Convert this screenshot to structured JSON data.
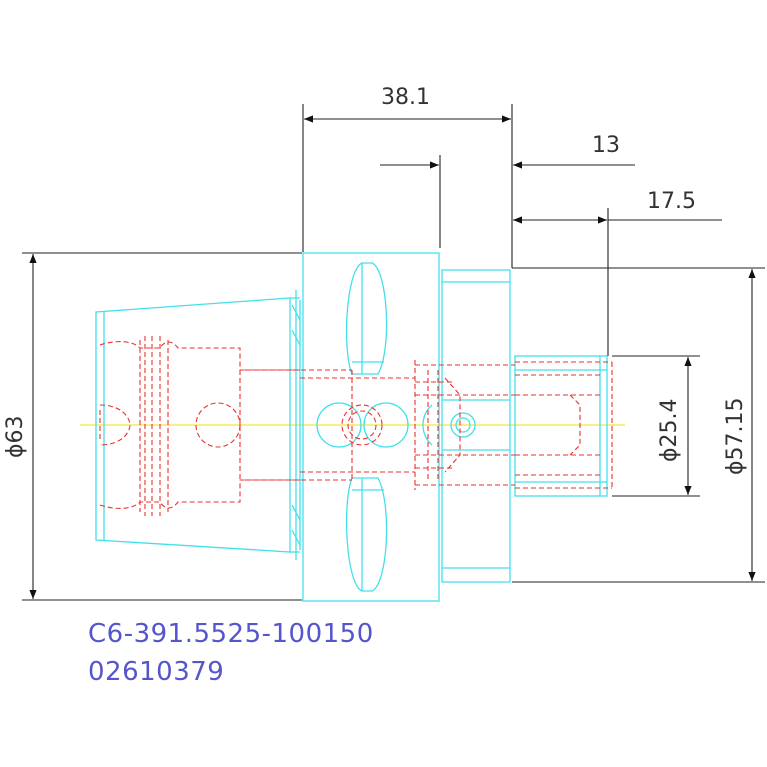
{
  "drawing": {
    "dimensions": {
      "overall_length": "38.1",
      "flange_offset": "13",
      "pilot_length": "17.5",
      "outer_diameter": "ϕ63",
      "pilot_diameter": "ϕ25.4",
      "hub_diameter": "ϕ57.15"
    },
    "part_number": "C6-391.5525-100150",
    "item_code": "02610379"
  },
  "colors": {
    "outline": "#44e0ea",
    "hidden": "#e8332f",
    "dimension": "#222222",
    "centerline": "#f2e63a",
    "caption": "#5555cc"
  }
}
